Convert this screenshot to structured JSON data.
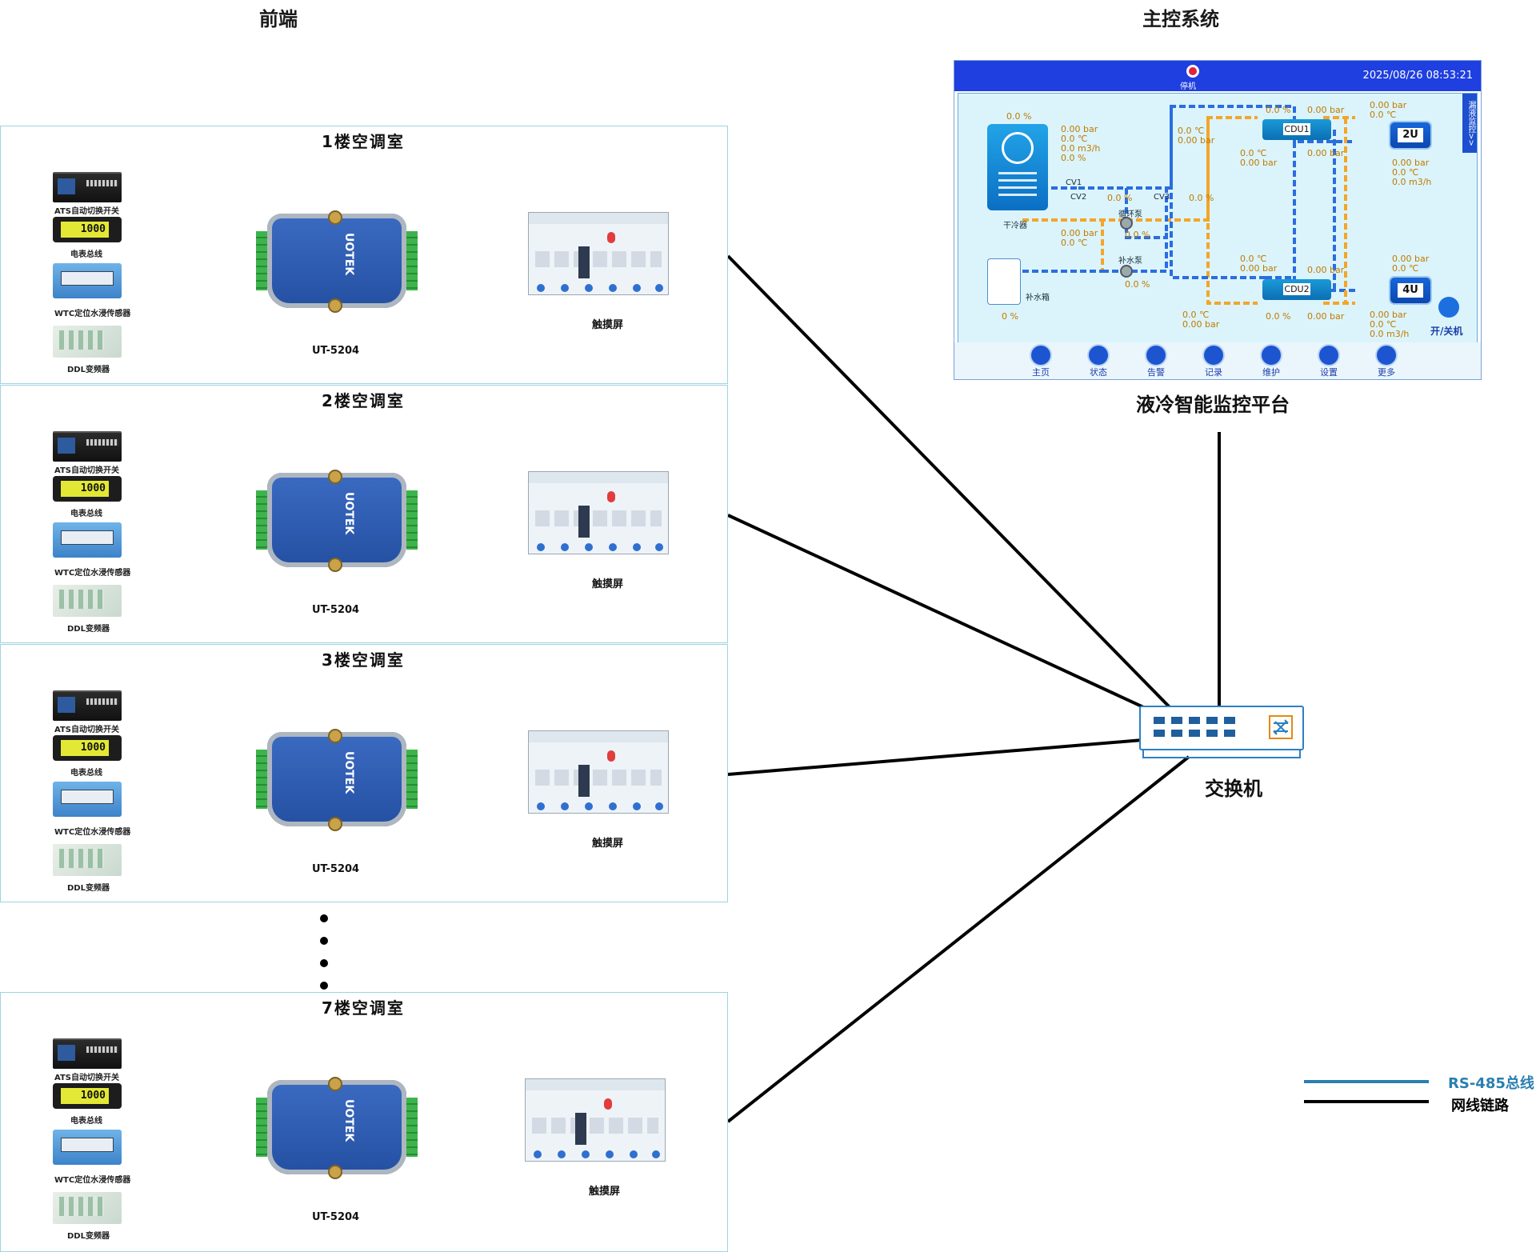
{
  "sections": {
    "frontend": "前端",
    "master": "主控系统"
  },
  "rooms": [
    {
      "title": "1楼空调室",
      "devices": [
        "ATS自动切换开关",
        "电表总线",
        "WTC定位水浸传感器",
        "DDL变频器"
      ],
      "converter": "UT-5204",
      "touchscreen": "触摸屏"
    },
    {
      "title": "2楼空调室",
      "devices": [
        "ATS自动切换开关",
        "电表总线",
        "WTC定位水浸传感器",
        "DDL变频器"
      ],
      "converter": "UT-5204",
      "touchscreen": "触摸屏"
    },
    {
      "title": "3楼空调室",
      "devices": [
        "ATS自动切换开关",
        "电表总线",
        "WTC定位水浸传感器",
        "DDL变频器"
      ],
      "converter": "UT-5204",
      "touchscreen": "触摸屏"
    },
    {
      "title": "7楼空调室",
      "devices": [
        "ATS自动切换开关",
        "电表总线",
        "WTC定位水浸传感器",
        "DDL变频器"
      ],
      "converter": "UT-5204",
      "touchscreen": "触摸屏"
    }
  ],
  "meter_reading": "1000",
  "converter_brand": "UOTEK",
  "hmi": {
    "stop_label": "停机",
    "datetime": "2025/08/26 08:53:21",
    "side_tab": "漏液监控>>",
    "drycooler": "干冷器",
    "tank": "补水箱",
    "circ_pump": "循环泵",
    "makeup_pump": "补水泵",
    "cv1": "CV1",
    "cv2": "CV2",
    "cv3": "CV3",
    "cdu1": "CDU1",
    "cdu2": "CDU2",
    "rack_2u": "2U",
    "rack_4u": "4U",
    "power": "开/关机",
    "nav": [
      "主页",
      "状态",
      "告警",
      "记录",
      "维护",
      "设置",
      "更多"
    ],
    "readings": {
      "pct": "0.0 %",
      "bar": "0.00 bar",
      "temp": "0.0 ℃",
      "flow": "0.0 m3/h",
      "zero_pct": "0 %"
    }
  },
  "platform_title": "液冷智能监控平台",
  "switch_label": "交换机",
  "legend": {
    "rs485": "RS-485总线",
    "network": "网线链路"
  },
  "colors": {
    "rs485": "#2a7fb0",
    "network": "#000000",
    "hmi_bar": "#1f3fe0",
    "pipe_orange": "#f4a52a",
    "pipe_blue": "#2a6de0"
  }
}
